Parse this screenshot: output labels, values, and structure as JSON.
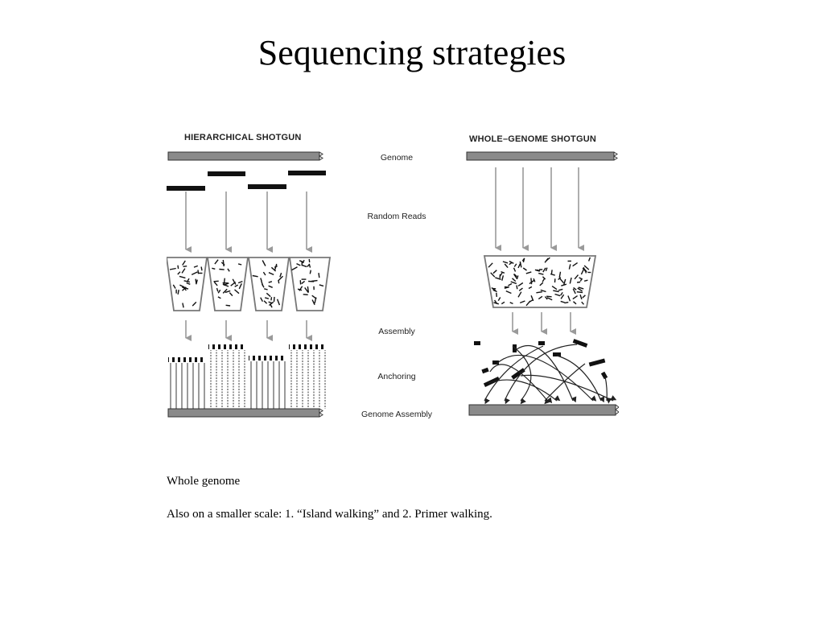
{
  "slide": {
    "title": "Sequencing strategies",
    "caption_lines": [
      "Whole genome",
      "Also on a smaller scale:  1.  “Island walking” and 2.  Primer walking."
    ]
  },
  "figure": {
    "left_heading": "HIERARCHICAL SHOTGUN",
    "right_heading": "WHOLE–GENOME SHOTGUN",
    "stage_labels": [
      "Genome",
      "Random Reads",
      "Assembly",
      "Anchoring",
      "Genome Assembly"
    ],
    "colors": {
      "bar_fill": "#8a8a8a",
      "bar_stroke": "#333333",
      "fragment": "#111111",
      "arrow": "#9a9a9a",
      "line": "#222222"
    }
  }
}
